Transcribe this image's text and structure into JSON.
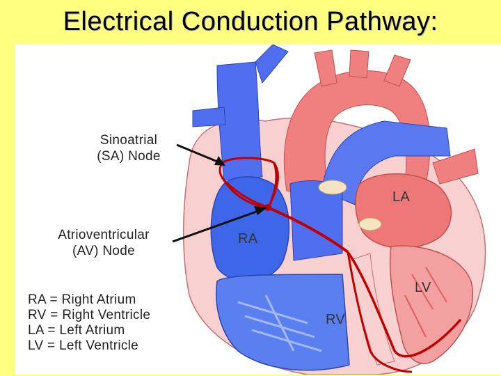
{
  "title": "Electrical Conduction Pathway:",
  "labels": {
    "sa_line1": "Sinoatrial",
    "sa_line2": "(SA) Node",
    "av_line1": "Atrioventricular",
    "av_line2": "(AV) Node",
    "ra": "RA",
    "la": "LA",
    "rv": "RV",
    "lv": "LV"
  },
  "legend": [
    "RA = Right Atrium",
    "RV = Right Ventricle",
    "LA = Left Atrium",
    "LV = Left Ventricle"
  ],
  "colors": {
    "background": "#ffff80",
    "vein_blue": "#4f6ff0",
    "artery_red": "#f08080",
    "conduction_path": "#c00000",
    "heart_wall": "#f9d0d0"
  }
}
